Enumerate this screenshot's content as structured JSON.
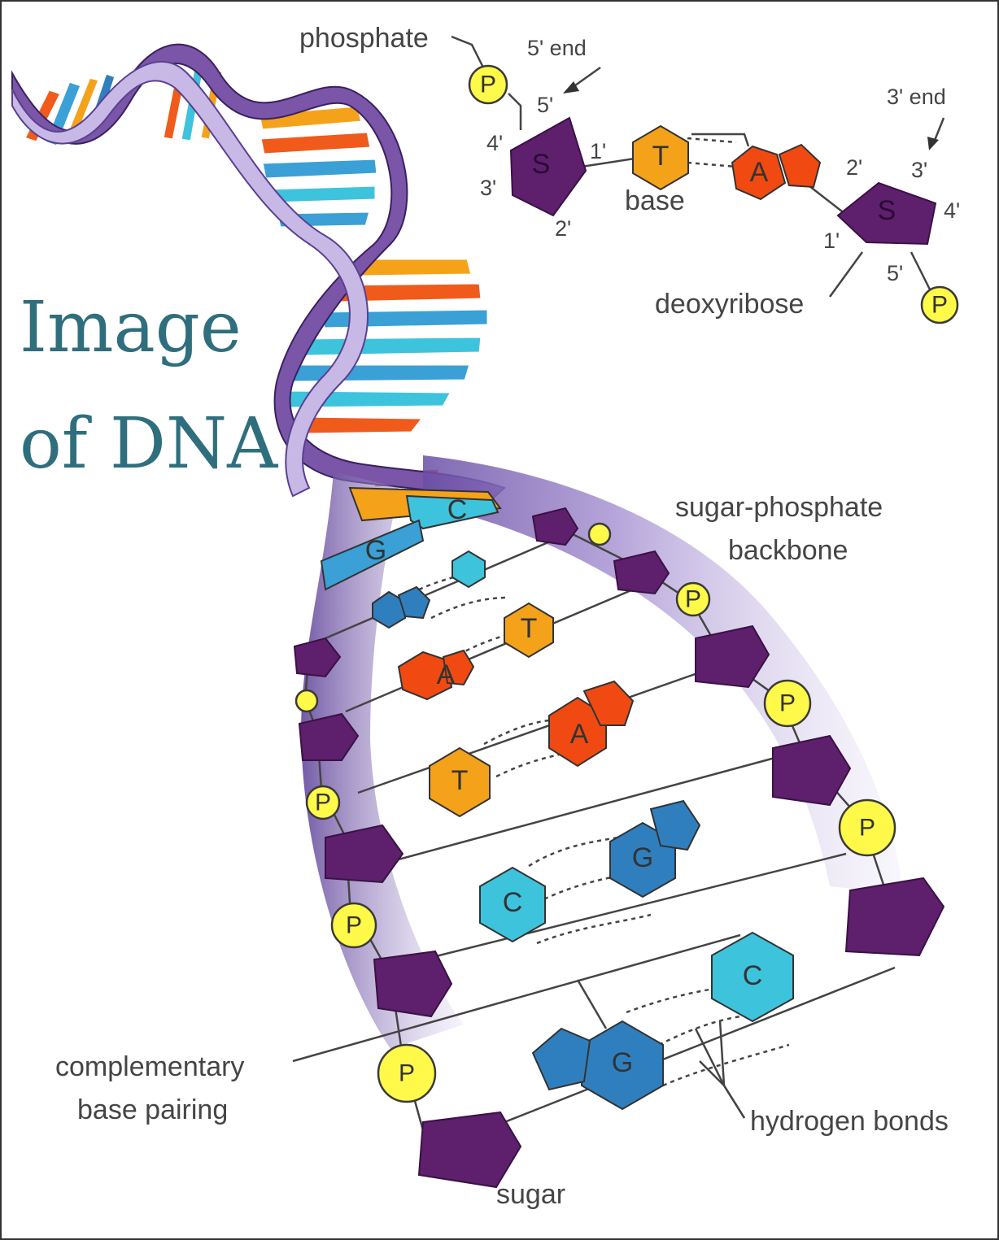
{
  "title": {
    "line1": "Image",
    "line2": "of DNA"
  },
  "labels": {
    "phosphate": "phosphate",
    "five_prime_end": "5' end",
    "three_prime_end": "3' end",
    "base": "base",
    "deoxyribose": "deoxyribose",
    "sugar_phosphate_backbone_line1": "sugar-phosphate",
    "sugar_phosphate_backbone_line2": "backbone",
    "complementary_line1": "complementary",
    "complementary_line2": "base pairing",
    "hydrogen_bonds": "hydrogen bonds",
    "sugar": "sugar"
  },
  "nucleotide_inset": {
    "left_sugar": "S",
    "right_sugar": "S",
    "base_t": "T",
    "base_a": "A",
    "phosphate": "P",
    "carbons_left": [
      "5'",
      "4'",
      "3'",
      "2'",
      "1'"
    ],
    "carbons_right": [
      "1'",
      "2'",
      "3'",
      "4'",
      "5'"
    ]
  },
  "base_letters": {
    "G": "G",
    "C": "C",
    "A": "A",
    "T": "T",
    "P": "P"
  },
  "colors": {
    "adenine": "#f04a12",
    "thymine": "#f5a21b",
    "guanine": "#2f7fbf",
    "cytosine": "#3ec3dd",
    "sugar": "#5e1f6d",
    "phosphate": "#fff94a",
    "backbone_ribbon": "#b9a8d8",
    "title": "#2f6f7d"
  }
}
